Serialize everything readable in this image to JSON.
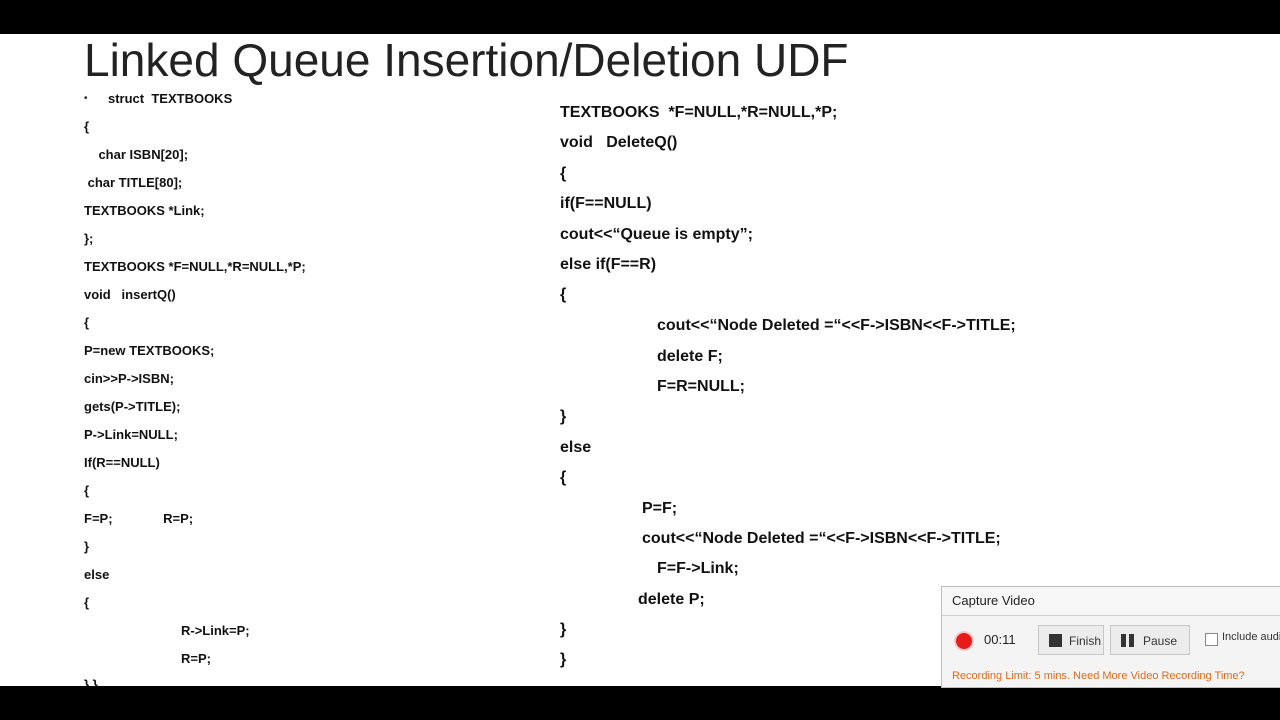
{
  "slide": {
    "title": "Linked Queue Insertion/Deletion UDF",
    "bullet": "•",
    "left_code": [
      "struct  TEXTBOOKS",
      "{",
      "    char ISBN[20];",
      " char TITLE[80];",
      "TEXTBOOKS *Link;",
      "};",
      "TEXTBOOKS *F=NULL,*R=NULL,*P;",
      "void   insertQ()",
      "{",
      "P=new TEXTBOOKS;",
      "cin>>P->ISBN;",
      "gets(P->TITLE);",
      "P->Link=NULL;",
      "If(R==NULL)",
      "{",
      "F=P;              R=P;",
      "}",
      "else",
      "{",
      "R->Link=P;",
      "R=P;",
      "} }"
    ],
    "right_code": [
      "TEXTBOOKS  *F=NULL,*R=NULL,*P;",
      "void   DeleteQ()",
      "{",
      "if(F==NULL)",
      "cout<<“Queue is empty”;",
      "else if(F==R)",
      "{",
      "cout<<“Node Deleted =“<<F->ISBN<<F->TITLE;",
      "delete F;",
      "F=R=NULL;",
      "}",
      "else",
      "{",
      "P=F;",
      "cout<<“Node Deleted =“<<F->ISBN<<F->TITLE;",
      "F=F->Link;",
      "delete P;",
      "}",
      "}"
    ]
  },
  "capture": {
    "title": "Capture Video",
    "time": "00:11",
    "finish_label": "Finish",
    "pause_label": "Pause",
    "include_label": "Include audio",
    "limit_text": "Recording Limit: 5 mins. Need More Video Recording Time?",
    "record_color": "#e81b1b",
    "limit_color": "#e06b1a"
  }
}
